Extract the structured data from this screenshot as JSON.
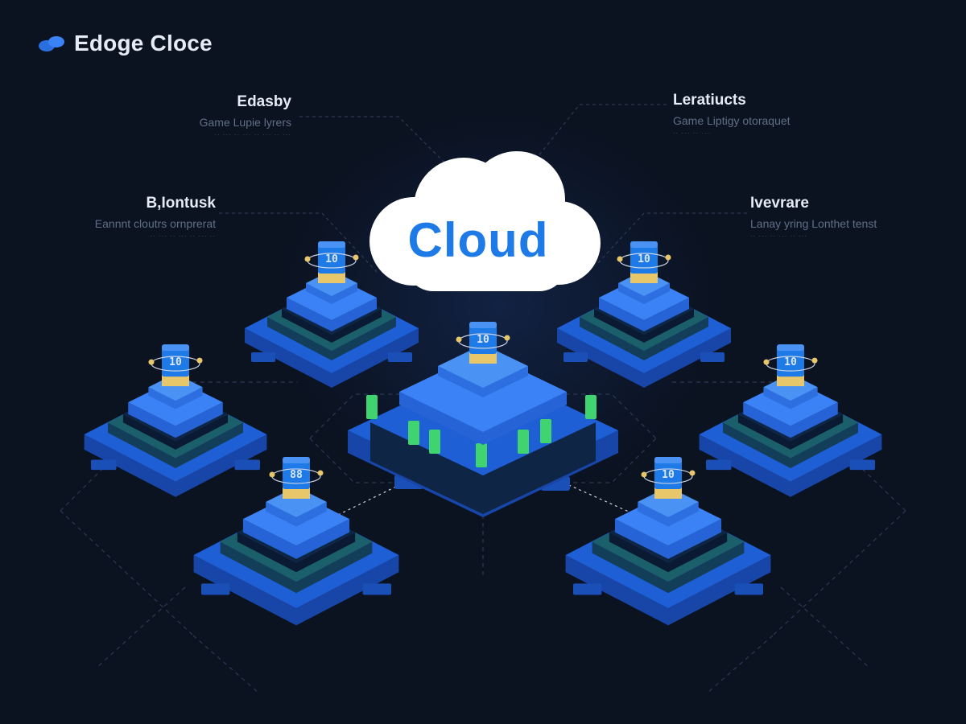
{
  "brand": {
    "title": "Edoge Cloce",
    "icon": "cloud-logo-icon"
  },
  "cloud": {
    "label": "Cloud"
  },
  "labels": {
    "top_left": {
      "title": "Edasby",
      "subtitle": "Game Lupie lyrers",
      "fine": "·· ··· ·· ··· ·· ··· ·· ···"
    },
    "top_right": {
      "title": "Leratiucts",
      "subtitle": "Game Liptigy otoraquet",
      "fine": "·· ··· ·· ···"
    },
    "mid_left": {
      "title": "B,Iontusk",
      "subtitle": "Eannnt cloutrs ornprerat",
      "fine": "·· ··· ·· ··· ·· ··· ··"
    },
    "mid_right": {
      "title": "Ivevrare",
      "subtitle": "Lanay yring Lonthet tenst",
      "fine": "·· ··· ·· ··· ·· ···"
    }
  },
  "server_chips": {
    "center": "10",
    "top_left": "10",
    "top_right": "10",
    "mid_left": "10",
    "mid_right": "10",
    "bottom_left": "88",
    "bottom_right": "10"
  },
  "colors": {
    "background": "#0b1220",
    "accent_blue": "#1e7ae6",
    "tier_light": "#3b82f6",
    "tier_mid": "#1e5fd6",
    "tier_teal": "#1a5f6a",
    "tier_dark": "#0f2545",
    "chip_gold": "#e8c66a",
    "led_green": "#3fd46f",
    "line": "#3a4a66"
  }
}
